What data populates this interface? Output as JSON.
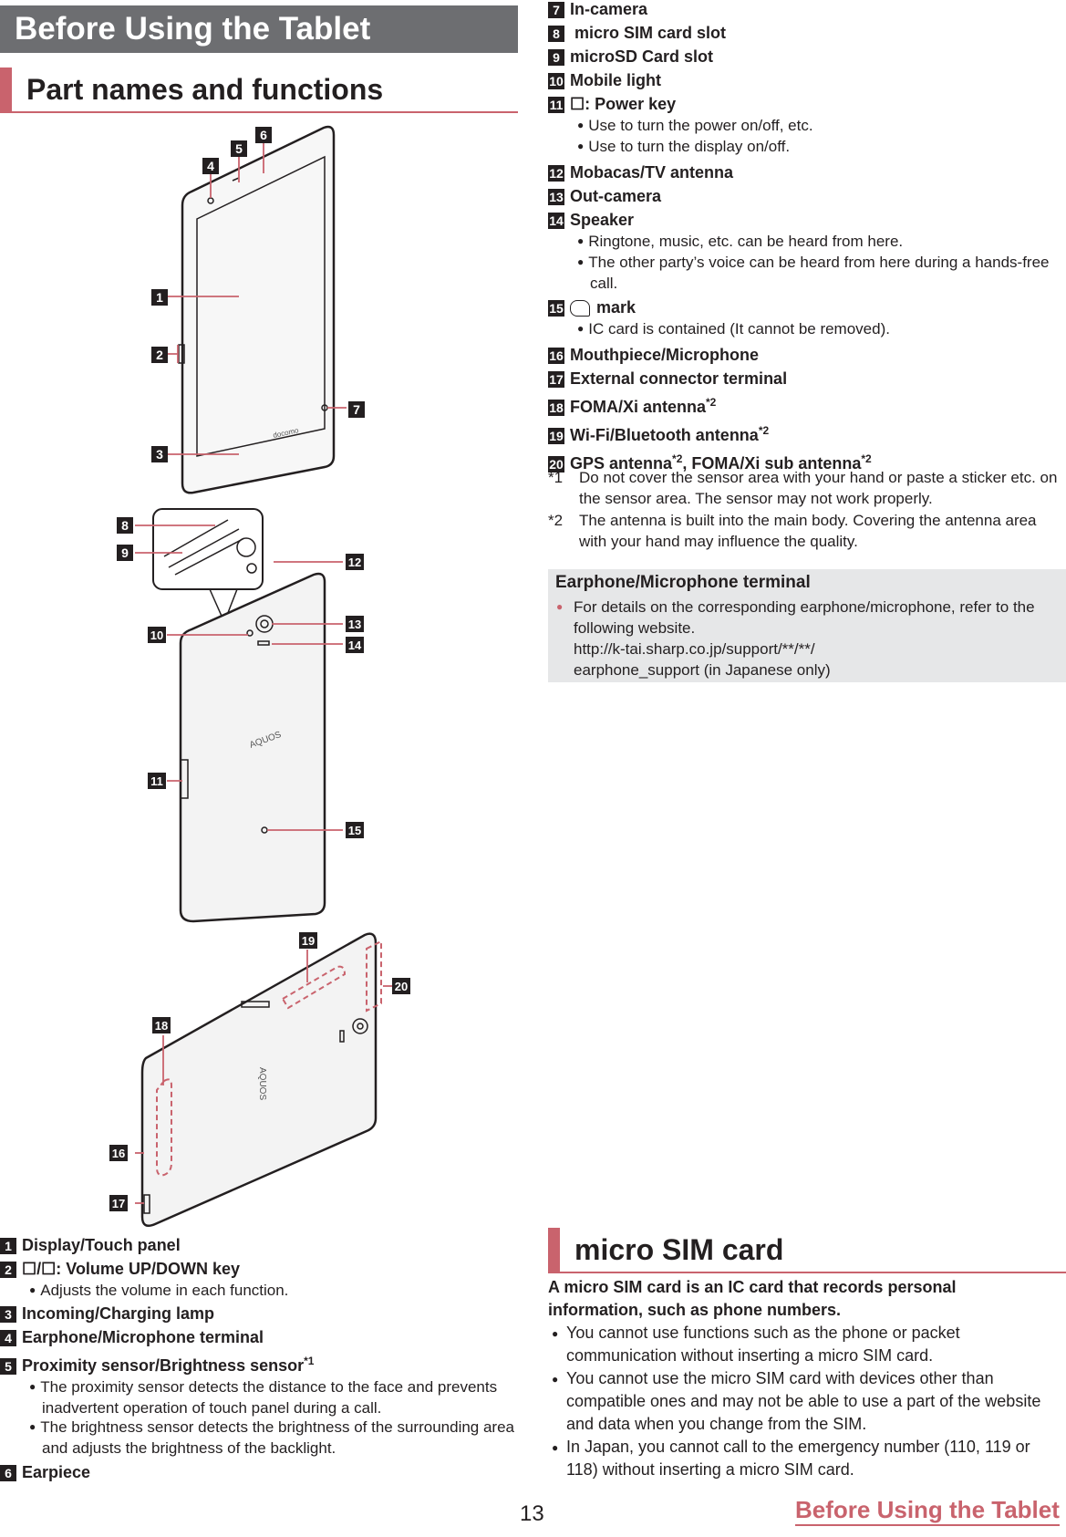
{
  "header_title": "Before Using the Tablet",
  "section_title": "Part names and functions",
  "callout_numbers": [
    "1",
    "2",
    "3",
    "4",
    "5",
    "6",
    "7",
    "8",
    "9",
    "10",
    "11",
    "12",
    "13",
    "14",
    "15",
    "16",
    "17",
    "18",
    "19",
    "20"
  ],
  "device_prints": {
    "docomo": "docomo",
    "aquos": "AQUOS"
  },
  "left_items": [
    {
      "num": "1",
      "label": "Display/Touch panel",
      "sup": "",
      "bullets": []
    },
    {
      "num": "2",
      "label": "☐/☐: Volume UP/DOWN key",
      "sup": "",
      "bullets": [
        "Adjusts the volume in each function."
      ]
    },
    {
      "num": "3",
      "label": "Incoming/Charging lamp",
      "sup": "",
      "bullets": []
    },
    {
      "num": "4",
      "label": "Earphone/Microphone terminal",
      "sup": "",
      "bullets": []
    },
    {
      "num": "5",
      "label": "Proximity sensor/Brightness sensor",
      "sup": "*1",
      "bullets": [
        "The proximity sensor detects the distance to the face and prevents inadvertent operation of touch panel during a call.",
        "The brightness sensor detects the brightness of the surrounding area and adjusts the brightness of the backlight."
      ]
    },
    {
      "num": "6",
      "label": "Earpiece",
      "sup": "",
      "bullets": []
    }
  ],
  "right_items": [
    {
      "num": "7",
      "label": "In-camera",
      "sup": "",
      "bullets": []
    },
    {
      "num": "8",
      "label": " micro SIM card slot",
      "sup": "",
      "bullets": []
    },
    {
      "num": "9",
      "label": "microSD Card slot",
      "sup": "",
      "bullets": []
    },
    {
      "num": "10",
      "label": "Mobile light",
      "sup": "",
      "bullets": []
    },
    {
      "num": "11",
      "label": "☐: Power key",
      "sup": "",
      "bullets": [
        "Use to turn the power on/off, etc.",
        "Use to turn the display on/off."
      ]
    },
    {
      "num": "12",
      "label": "Mobacas/TV antenna",
      "sup": "",
      "bullets": []
    },
    {
      "num": "13",
      "label": "Out-camera",
      "sup": "",
      "bullets": []
    },
    {
      "num": "14",
      "label": "Speaker",
      "sup": "",
      "bullets": [
        "Ringtone, music, etc. can be heard from here.",
        "The other party’s voice can be heard from here during a hands-free call."
      ]
    },
    {
      "num": "15",
      "label": " mark",
      "sup": "",
      "bullets": [
        "IC card is contained (It cannot be removed)."
      ]
    },
    {
      "num": "16",
      "label": "Mouthpiece/Microphone",
      "sup": "",
      "bullets": []
    },
    {
      "num": "17",
      "label": "External connector terminal",
      "sup": "",
      "bullets": []
    },
    {
      "num": "18",
      "label": "FOMA/Xi antenna",
      "sup": "*2",
      "bullets": []
    },
    {
      "num": "19",
      "label": "Wi-Fi/Bluetooth antenna",
      "sup": "*2",
      "bullets": []
    },
    {
      "num": "20",
      "label": "GPS antenna",
      "sup": "*2",
      "label2": ", FOMA/Xi sub antenna",
      "sup2": "*2",
      "bullets": []
    }
  ],
  "notes": [
    {
      "mark": "*1",
      "text": "Do not cover the sensor area with your hand or paste a sticker etc. on the sensor area. The sensor may not work properly."
    },
    {
      "mark": "*2",
      "text": "The antenna is built into the main body. Covering the antenna area with your hand may influence the quality."
    }
  ],
  "info_box": {
    "title": "Earphone/Microphone terminal",
    "bullet": "For details on the corresponding earphone/microphone, refer to the following website.",
    "url": "http://k-tai.sharp.co.jp/support/**/**/",
    "url2": "earphone_support (in Japanese only)"
  },
  "sim": {
    "title": "micro SIM card",
    "intro": "A micro SIM card is an IC card that records personal information, such as phone numbers.",
    "bullets": [
      "You cannot use functions such as the phone or packet communication without inserting a micro SIM card.",
      "You cannot use the micro SIM card with devices other than compatible ones and may not be able to use a part of the website and data when you change from the SIM.",
      "In Japan, you cannot call to the emergency number (110, 119 or 118) without inserting a micro SIM card."
    ]
  },
  "page_number": "13",
  "footer_title": "Before Using the Tablet"
}
